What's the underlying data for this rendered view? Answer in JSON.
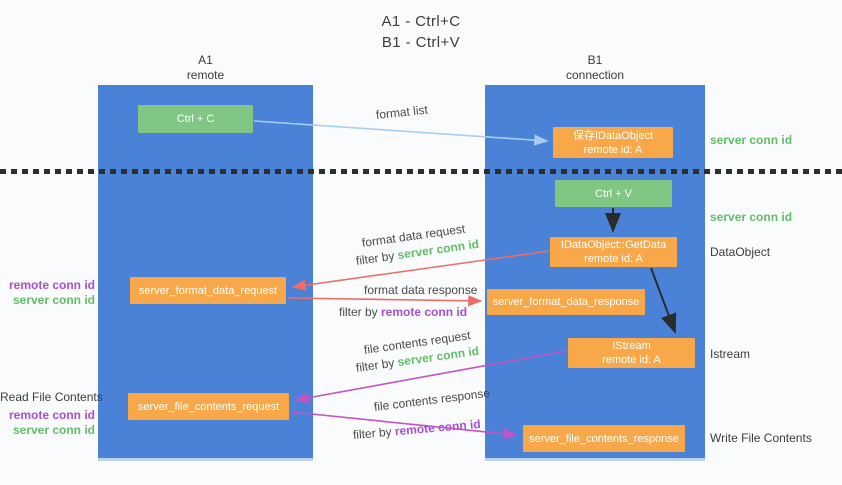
{
  "title": {
    "line1": "A1 - Ctrl+C",
    "line2": "B1 - Ctrl+V"
  },
  "lanes": {
    "left": {
      "name": "A1",
      "role": "remote"
    },
    "right": {
      "name": "B1",
      "role": "connection"
    }
  },
  "nodes": {
    "ctrl_c": {
      "label": "Ctrl + C"
    },
    "ctrl_v": {
      "label": "Ctrl + V"
    },
    "save_dataobject": {
      "line1": "保存IDataObject",
      "line2": "remote id: A"
    },
    "getdata": {
      "line1": "IDataObject::GetData",
      "line2": "remote id: A"
    },
    "istream": {
      "line1": "IStream",
      "line2": "remote id: A"
    },
    "format_request": {
      "label": "server_format_data_request"
    },
    "format_response": {
      "label": "server_format_data_response"
    },
    "file_request": {
      "label": "server_file_contents_request"
    },
    "file_response": {
      "label": "server_file_contents_response"
    }
  },
  "annotations": {
    "server_conn_id": "server conn id",
    "remote_conn_id": "remote conn id",
    "dataobject": "DataObject",
    "istream": "Istream",
    "read_file_contents": "Read File Contents",
    "write_file_contents": "Write File Contents"
  },
  "arrow_labels": {
    "format_list": "format list",
    "format_data_request": "format data request",
    "format_data_response": "format data response",
    "file_contents_request": "file contents request",
    "file_contents_response": "file contents response",
    "filter_by": "filter by "
  },
  "colors": {
    "lane_blue": "#4a82d8",
    "box_green": "#7fc783",
    "box_orange": "#f8a848",
    "arrow_red": "#ed6d66",
    "arrow_magenta": "#c553c1",
    "arrow_light_blue": "#a8cdf0",
    "arrow_black": "#2b2b2b",
    "text_green": "#63bd68",
    "text_purple": "#a94fd1",
    "text_dark": "#3d3d3d"
  }
}
